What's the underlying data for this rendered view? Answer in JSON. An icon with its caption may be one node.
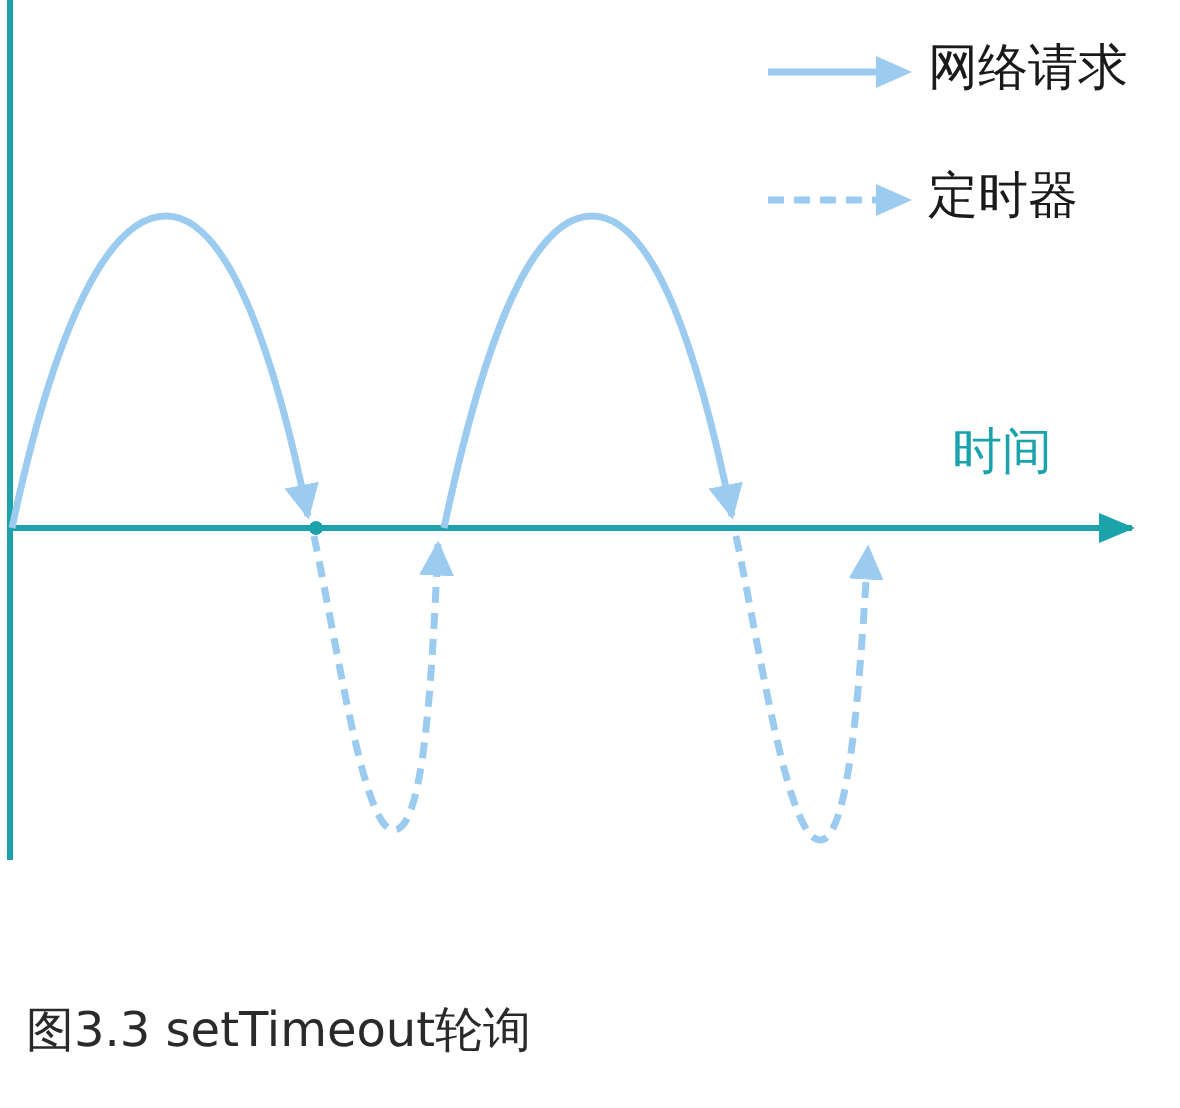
{
  "diagram": {
    "caption": "图3.3 setTimeout轮询",
    "labels": [
      "时间"
    ],
    "legend": [
      {
        "text": "网络请求"
      },
      {
        "text": "定时器"
      }
    ]
  }
}
